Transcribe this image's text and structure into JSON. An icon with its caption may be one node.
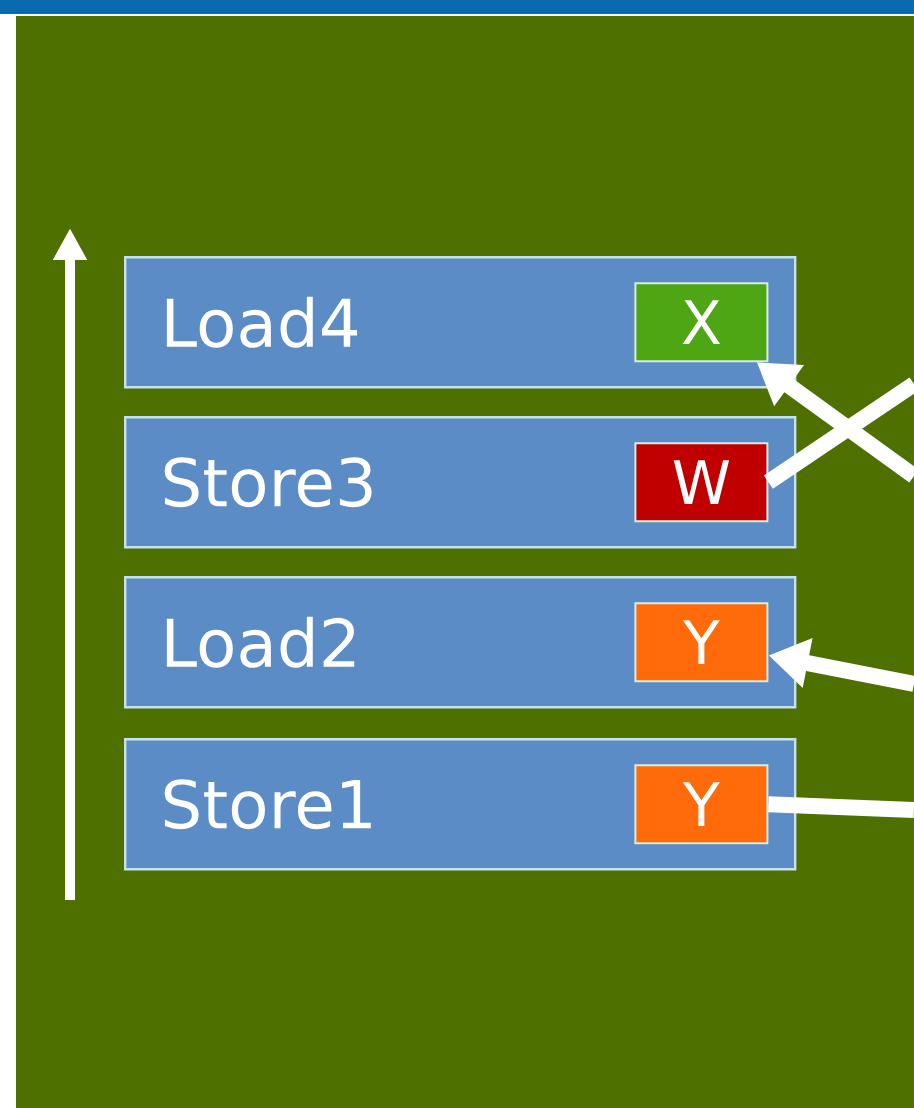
{
  "diagram": {
    "nodes": [
      {
        "text": [
          "Load4"
        ]
      },
      {
        "text": [
          "X"
        ],
        "in": 0
      },
      {
        "text": [
          "Store3"
        ]
      },
      {
        "text": [
          "W"
        ],
        "in": 2
      },
      {
        "text": [
          "Load2"
        ]
      },
      {
        "text": [
          "Y"
        ],
        "in": 4
      },
      {
        "text": [
          "Store1"
        ]
      },
      {
        "text": [
          "Y"
        ],
        "in": 6
      }
    ],
    "edges": [
      {
        "from": null,
        "to": 1,
        "arrow": "to"
      },
      {
        "from": 3,
        "to": null,
        "arrow": "none"
      },
      {
        "from": null,
        "to": 5,
        "arrow": "to"
      },
      {
        "from": 7,
        "to": null,
        "arrow": "none"
      }
    ]
  }
}
